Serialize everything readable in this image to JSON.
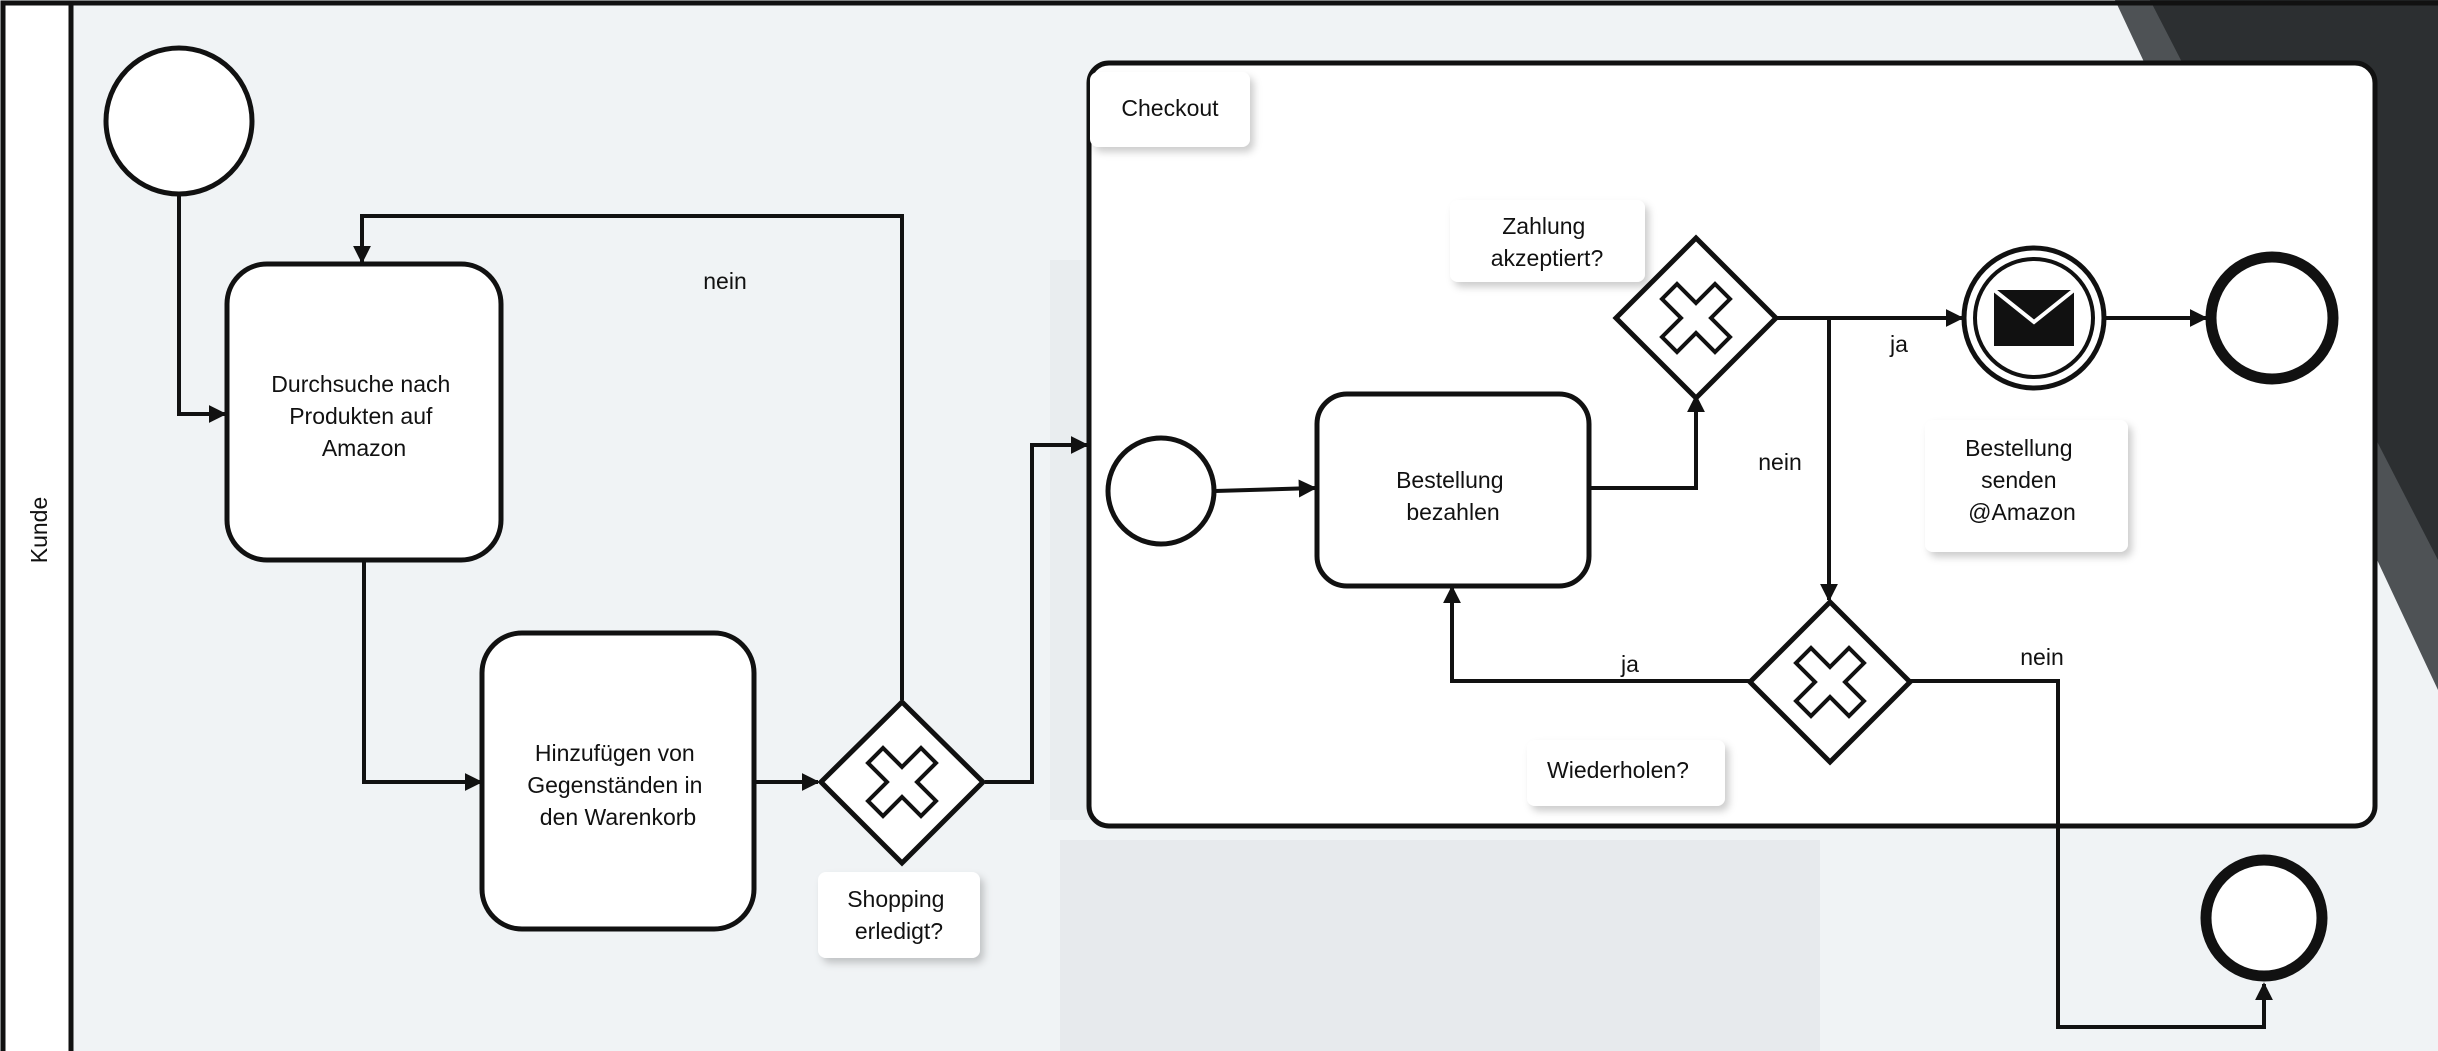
{
  "pool": {
    "lane_label": "Kunde"
  },
  "tasks": {
    "browse": [
      "Durchsuche nach",
      "Produkten auf",
      "Amazon"
    ],
    "add_to_cart": [
      "Hinzufügen von",
      "Gegenständen in",
      "den Warenkorb"
    ],
    "pay": [
      "Bestellung",
      "bezahlen"
    ]
  },
  "gateways": {
    "shopping_done": [
      "Shopping",
      "erledigt?"
    ],
    "payment_accepted": [
      "Zahlung",
      "akzeptiert?"
    ],
    "retry": [
      "Wiederholen?"
    ]
  },
  "subprocess": {
    "title": "Checkout"
  },
  "message_event": {
    "label": [
      "Bestellung",
      "senden",
      "@Amazon"
    ]
  },
  "edge_labels": {
    "loop_no": "nein",
    "payment_yes": "ja",
    "payment_no": "nein",
    "retry_yes": "ja",
    "retry_no": "nein"
  }
}
